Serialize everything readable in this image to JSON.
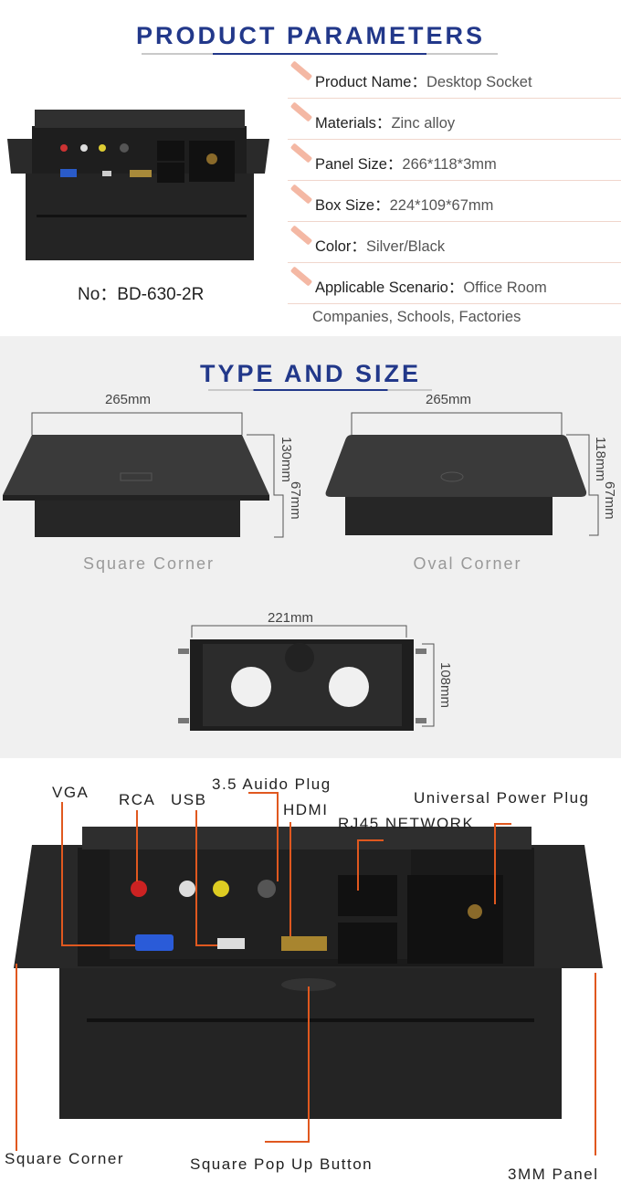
{
  "section1": {
    "title": "PRODUCT PARAMETERS",
    "model": "No：BD-630-2R",
    "specs": [
      {
        "label": "Product Name：",
        "value": "Desktop Socket"
      },
      {
        "label": "Materials：",
        "value": "Zinc alloy"
      },
      {
        "label": "Panel Size：",
        "value": "266*118*3mm"
      },
      {
        "label": "Box Size：",
        "value": "224*109*67mm"
      },
      {
        "label": "Color：",
        "value": "Silver/Black"
      },
      {
        "label": "Applicable Scenario：",
        "value": "Office Room"
      }
    ],
    "specs_continuation": "Companies, Schools, Factories"
  },
  "section2": {
    "title": "TYPE AND SIZE",
    "square": {
      "caption": "Square Corner",
      "width": "265mm",
      "depth": "130mm",
      "height": "67mm"
    },
    "oval": {
      "caption": "Oval Corner",
      "width": "265mm",
      "depth": "118mm",
      "height": "67mm"
    },
    "box": {
      "width": "221mm",
      "depth": "108mm"
    }
  },
  "section3": {
    "labels": {
      "vga": "VGA",
      "rca": "RCA",
      "usb": "USB",
      "audio": "3.5 Auido Plug",
      "hdmi": "HDMI",
      "rj45": "RJ45 NETWORK",
      "power": "Universal Power Plug",
      "square_corner": "Square Corner",
      "popup": "Square Pop Up Button",
      "panel": "3MM Panel"
    },
    "leader_color": "#e0581f"
  },
  "colors": {
    "title": "#22388a",
    "section_bg": "#f0f0f0"
  }
}
